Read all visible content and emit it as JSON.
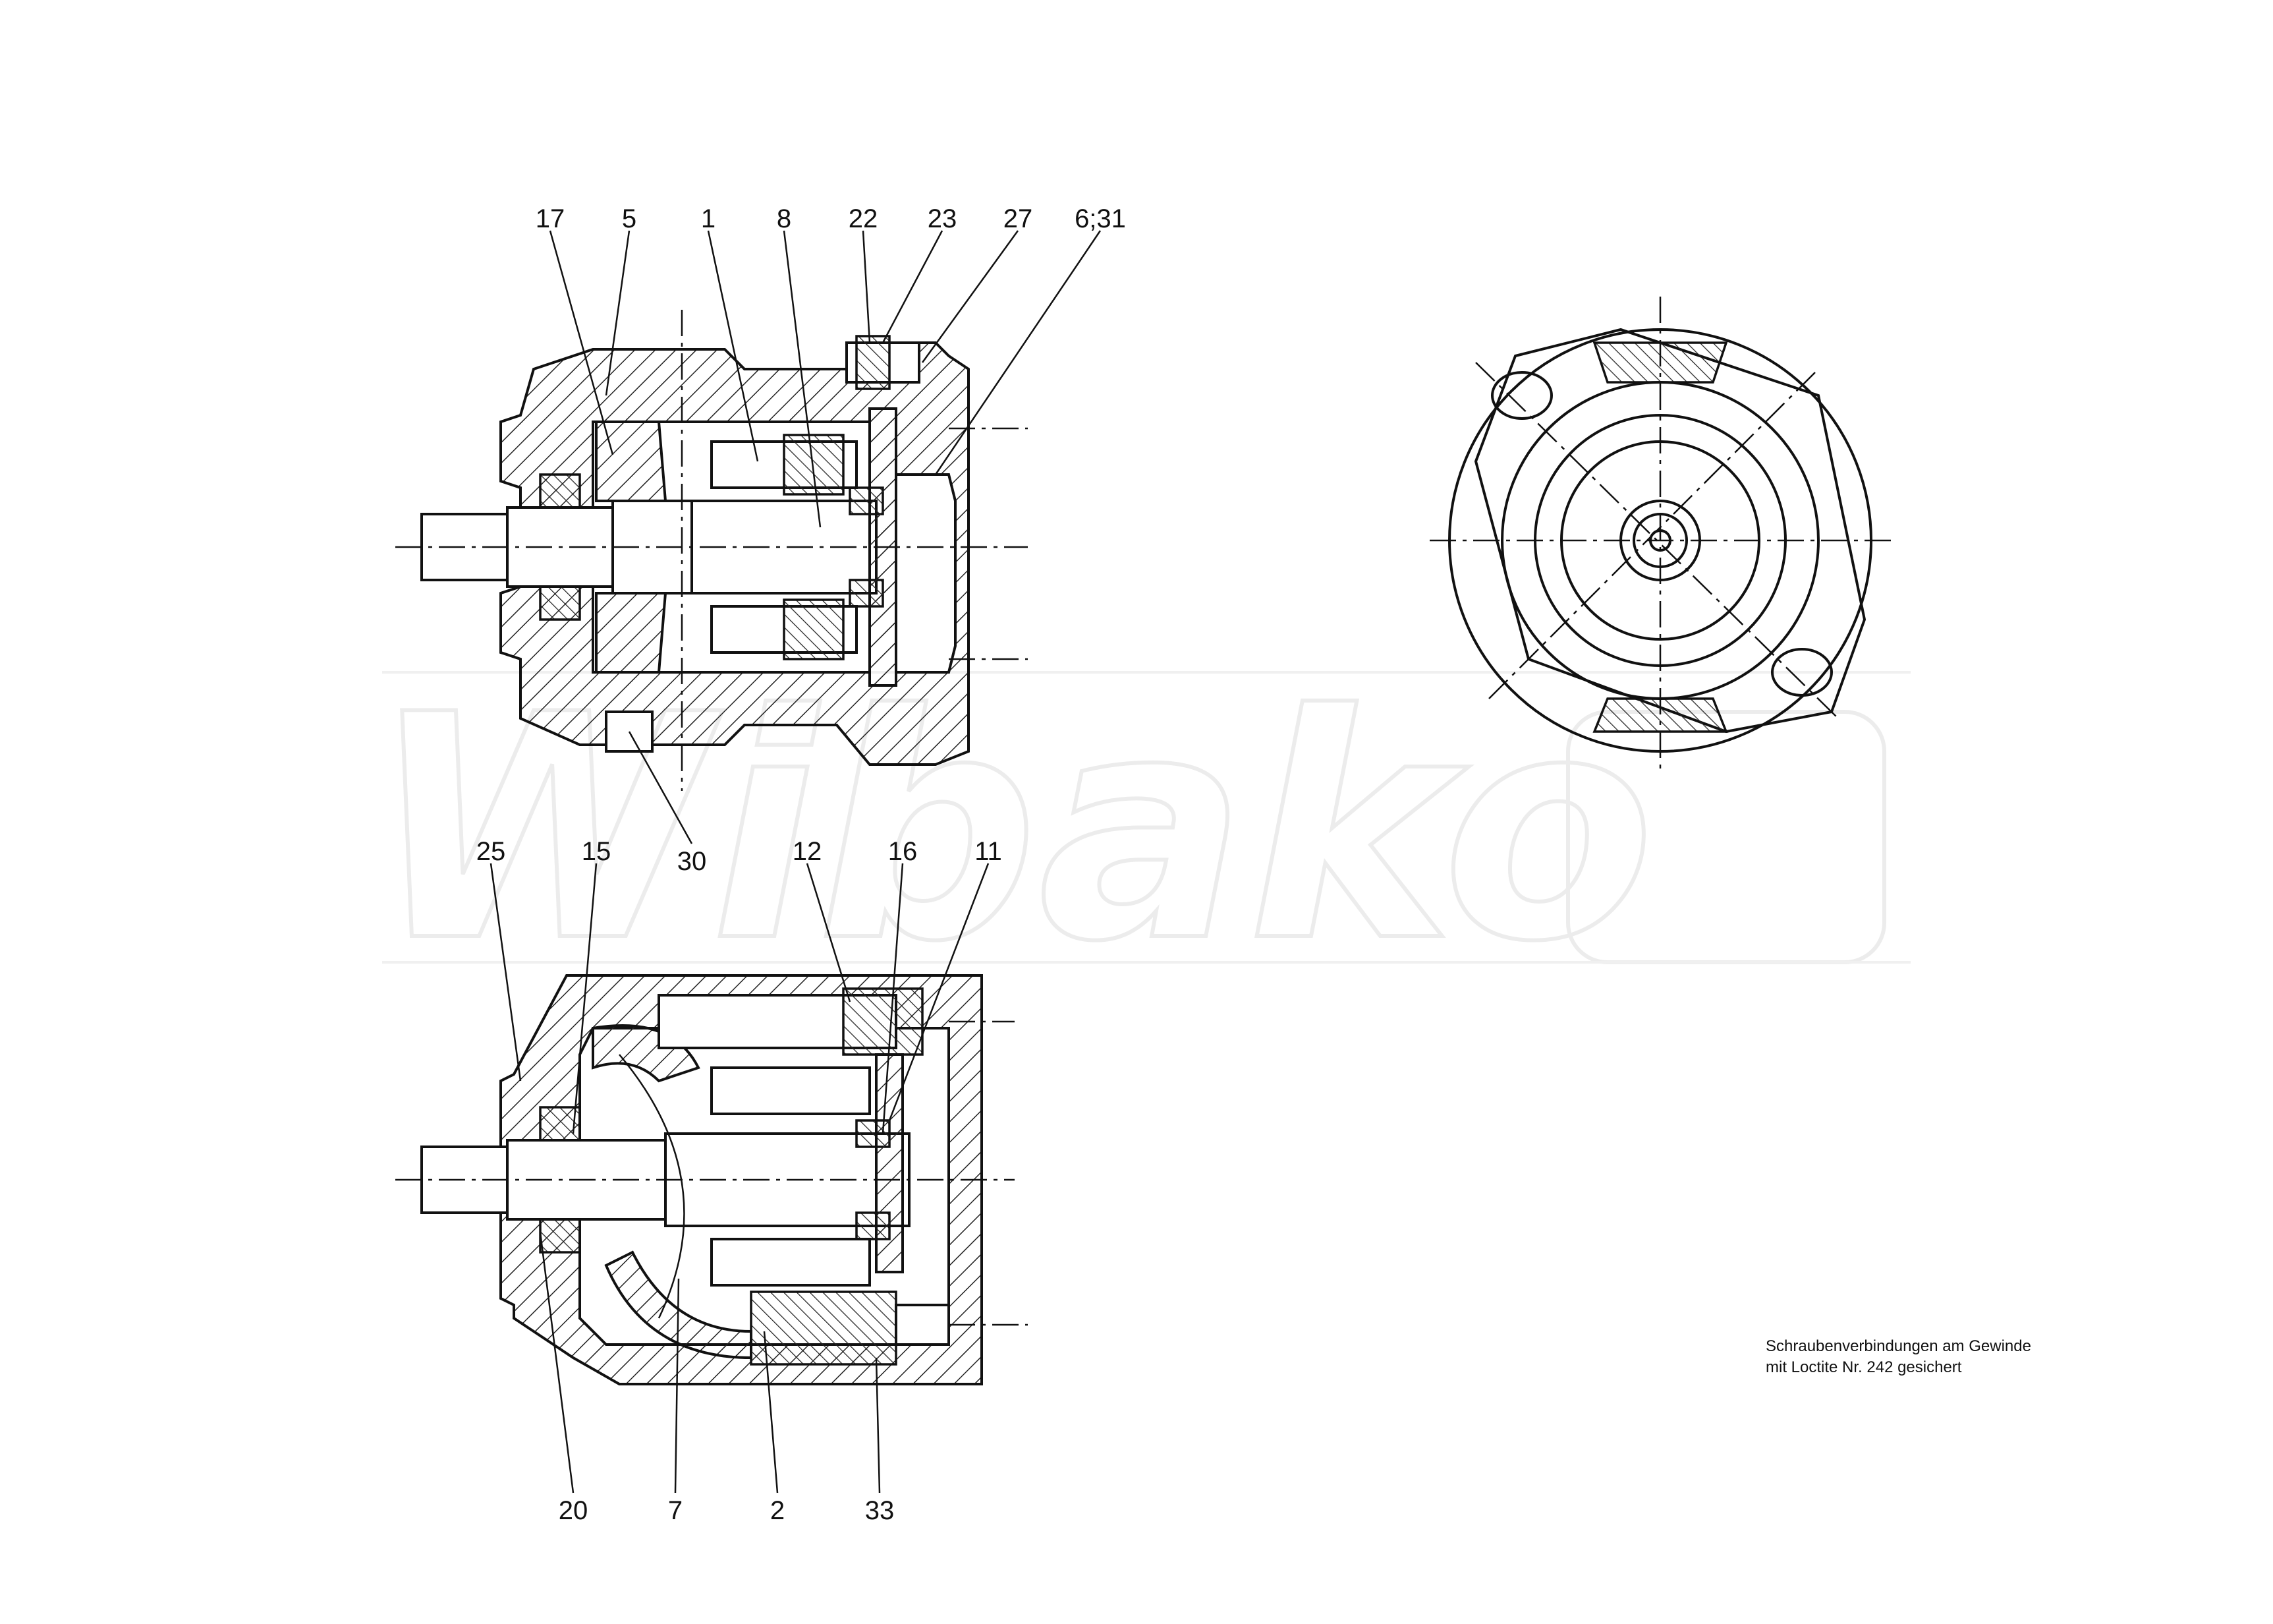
{
  "watermark": "Wibako",
  "top_view_callouts": [
    "17",
    "5",
    "1",
    "8",
    "22",
    "23",
    "27",
    "6;31",
    "30"
  ],
  "bottom_view_top_callouts": [
    "25",
    "15",
    "12",
    "16",
    "11"
  ],
  "bottom_view_bottom_callouts": [
    "20",
    "7",
    "2",
    "33"
  ],
  "note": {
    "line1": "Schraubenverbindungen am Gewinde",
    "line2": "mit Loctite Nr. 242 gesichert"
  }
}
